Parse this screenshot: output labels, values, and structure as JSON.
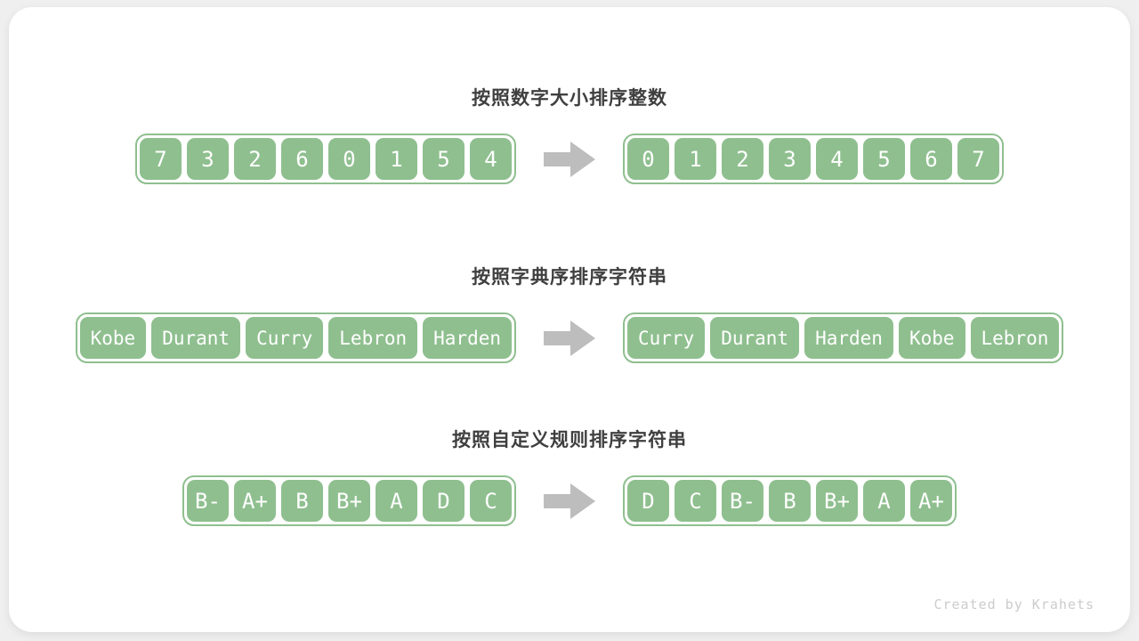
{
  "page": {
    "credit": "Created by Krahets"
  },
  "colors": {
    "cell_green": "#8fbf8f",
    "cell_text": "#ffffff",
    "arrow_gray": "#bdbdbd",
    "title_text": "#3f3f3f",
    "credit_text": "#cccccc",
    "page_background": "#efefef",
    "card_background": "#ffffff"
  },
  "icons": {
    "arrow": "arrow-right-icon"
  },
  "sections": [
    {
      "title": "按照数字大小排序整数",
      "before": [
        "7",
        "3",
        "2",
        "6",
        "0",
        "1",
        "5",
        "4"
      ],
      "after": [
        "0",
        "1",
        "2",
        "3",
        "4",
        "5",
        "6",
        "7"
      ]
    },
    {
      "title": "按照字典序排序字符串",
      "before": [
        "Kobe",
        "Durant",
        "Curry",
        "Lebron",
        "Harden"
      ],
      "after": [
        "Curry",
        "Durant",
        "Harden",
        "Kobe",
        "Lebron"
      ]
    },
    {
      "title": "按照自定义规则排序字符串",
      "before": [
        "B-",
        "A+",
        "B",
        "B+",
        "A",
        "D",
        "C"
      ],
      "after": [
        "D",
        "C",
        "B-",
        "B",
        "B+",
        "A",
        "A+"
      ]
    }
  ]
}
